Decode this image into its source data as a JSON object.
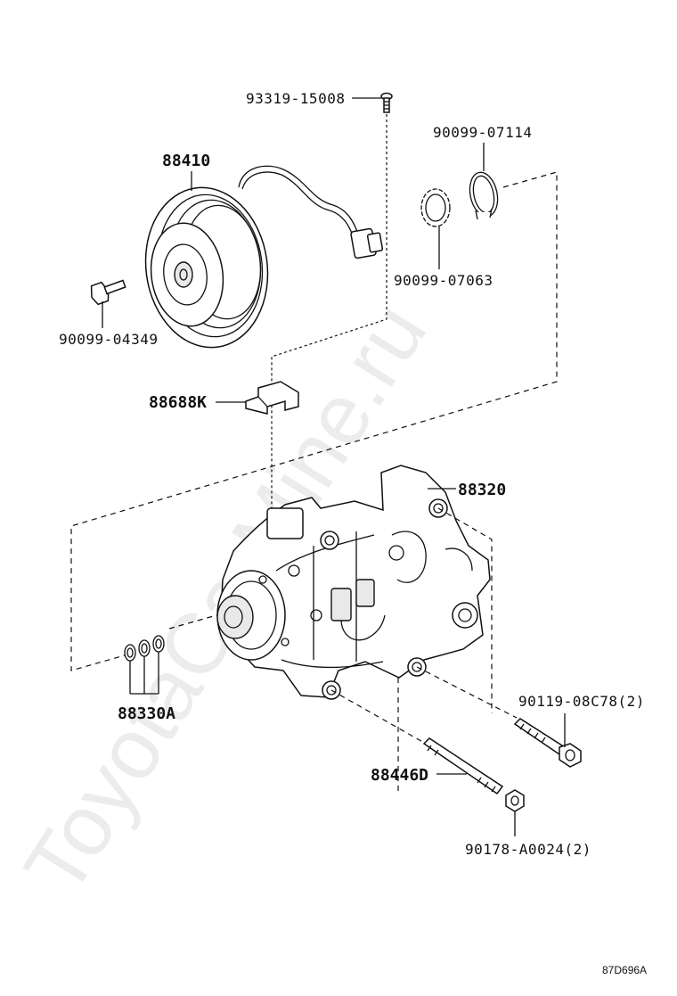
{
  "watermark": "ToyotaCarMine.ru",
  "drawing_code": "87D696A",
  "labels": {
    "screw_top": "93319-15008",
    "clutch_pulley": "88410",
    "snap_ring": "90099-07114",
    "washer_ring": "90099-07063",
    "bolt_left": "90099-04349",
    "bracket": "88688K",
    "compressor": "88320",
    "shims": "88330A",
    "bolt_right": "90119-08C78(2)",
    "stud": "88446D",
    "nut": "90178-A0024(2)"
  }
}
